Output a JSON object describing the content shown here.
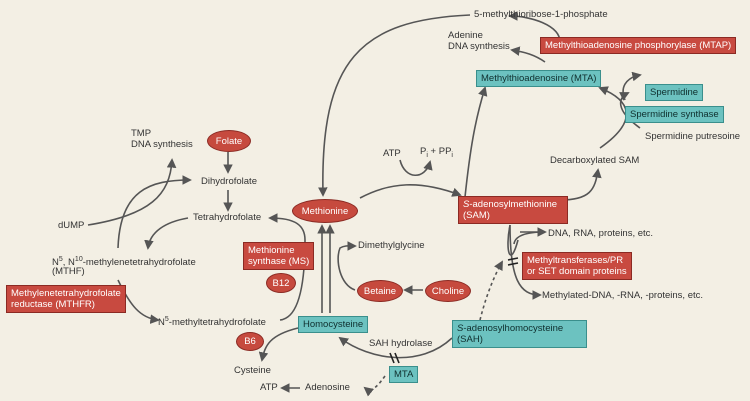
{
  "labels": {
    "mtr1p": "5-methylthioribose-1-phosphate",
    "adenine_dna_synthesis": "Adenine\nDNA synthesis",
    "tmp_dna_synthesis": "TMP\nDNA synthesis",
    "dihydrofolate": "Dihydrofolate",
    "tetrahydrofolate": "Tetrahydrofolate",
    "dump": "dUMP",
    "n5n10_prefix": "N",
    "n5n10_sup1": "5",
    "n5n10_mid": ", N",
    "n5n10_sup2": "10",
    "n5n10_suffix": "-methylenetetrahydrofolate",
    "mthf": "(MTHF)",
    "n5_methyl_prefix": "N",
    "n5_methyl_sup": "5",
    "n5_methyl_suffix": "-methyltetrahydrofolate",
    "dimethylglycine": "Dimethylglycine",
    "cysteine": "Cysteine",
    "atp_bottom": "ATP",
    "adenosine": "Adenosine",
    "sah_hydrolase": "SAH hydrolase",
    "atp_top": "ATP",
    "pi_ppi_p": "P",
    "pi_ppi_sub1": "i",
    "pi_ppi_mid": " + PP",
    "pi_ppi_sub2": "i",
    "decarboxylated_sam": "Decarboxylated SAM",
    "spermidine_putresoine": "Spermidine putresoine",
    "dna_rna_proteins": "DNA, RNA, proteins, etc.",
    "methylated": "Methylated-DNA, -RNA, -proteins, etc."
  },
  "teal_boxes": {
    "mta_top": "Methylthioadenosine (MTA)",
    "spermidine": "Spermidine",
    "spermidine_synthase": "Spermidine synthase",
    "homocysteine": "Homocysteine",
    "sah_italic": "S",
    "sah_rest": "-adenosylhomocysteine\n(SAH)",
    "mta_bottom": "MTA"
  },
  "red_boxes": {
    "mtap": "Methylthioadenosine  phosphorylase  (MTAP)",
    "sam_italic": "S",
    "sam_rest": "-adenosylmethionine\n(SAM)",
    "methionine_synthase": "Methionine\nsynthase (MS)",
    "mthfr": "Methylenetetrahydrofolate\nreductase (MTHFR)",
    "methyltransferases": "Methyltransferases/PR\nor SET domain proteins"
  },
  "ovals": {
    "folate": "Folate",
    "methionine": "Methionine",
    "b12": "B12",
    "b6": "B6",
    "betaine": "Betaine",
    "choline": "Choline"
  },
  "colors": {
    "background": "#f3efe4",
    "teal_fill": "#6cc2c0",
    "red_fill": "#c84a40",
    "arrow": "#555555"
  }
}
